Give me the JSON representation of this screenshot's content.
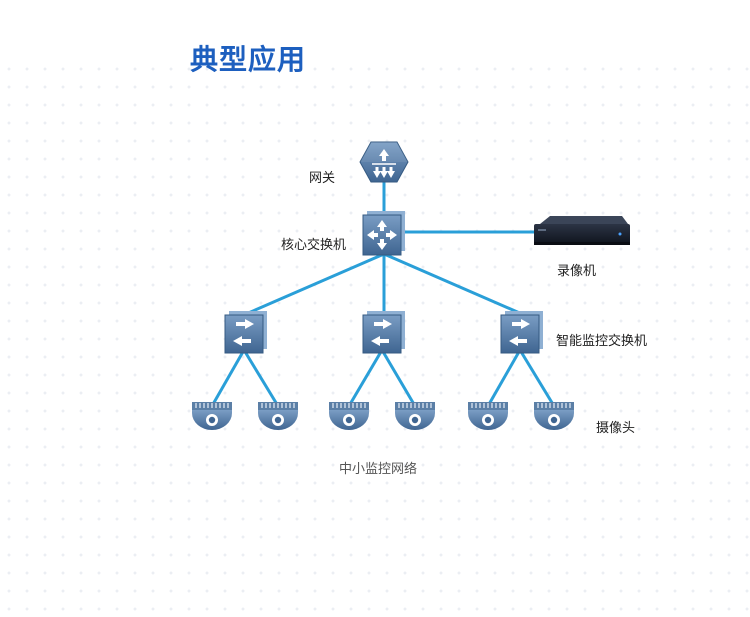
{
  "title": "典型应用",
  "labels": {
    "gateway": "网关",
    "core_switch": "核心交换机",
    "recorder": "录像机",
    "access_switch": "智能监控交换机",
    "camera": "摄像头"
  },
  "caption": "中小监控网络",
  "colors": {
    "accent": "#1d5fbf",
    "link": "#2a9fd8",
    "device": "#5b7fa6"
  },
  "icons": {
    "gateway": "router-icon",
    "core_switch": "core-switch-icon",
    "recorder": "nvr-icon",
    "access_switch": "switch-icon",
    "camera": "dome-camera-icon"
  }
}
